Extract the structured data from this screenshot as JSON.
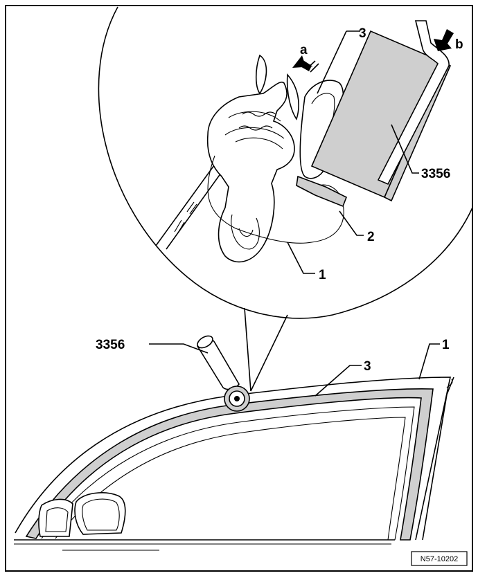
{
  "figure": {
    "callouts": {
      "tool_top": "3356",
      "tool_bottom": "3356",
      "seal_top": "3",
      "seal_bottom": "3",
      "frame_bottom": "1",
      "clip_top": "1",
      "strip_top": "2",
      "arrow_a": "a",
      "arrow_b": "b"
    },
    "reference_code": "N57-10202"
  }
}
